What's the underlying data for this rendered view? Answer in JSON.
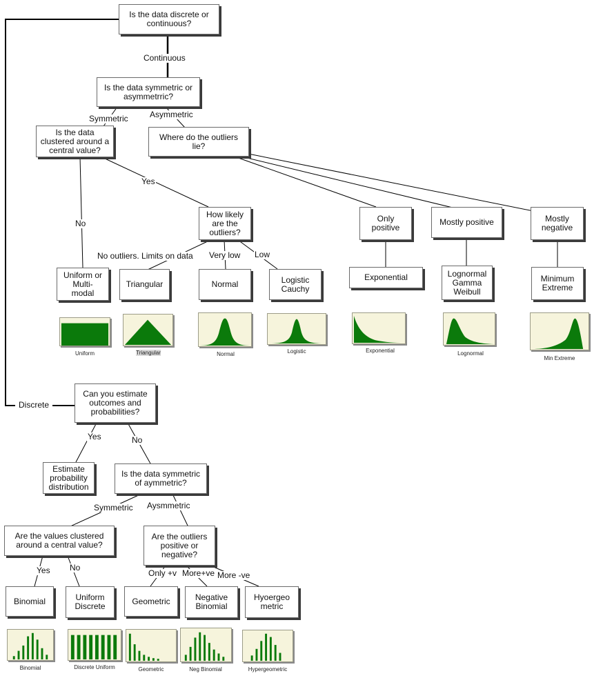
{
  "colors": {
    "accent": "#0b7a0b",
    "box_border": "#6a6a6a",
    "thumb_bg": "#f6f4dc",
    "line": "#000000"
  },
  "nodes": {
    "q_discrete": "Is the data discrete or\ncontinuous?",
    "q_symmetric": "Is the data symmetric or\nasymmetrric?",
    "q_clustered": "Is the data\nclustered around a\ncentral value?",
    "q_outliers_lie": "Where do the outliers\nlie?",
    "q_how_likely": "How likely\nare the\noutliers?",
    "only_positive": "Only\npositive",
    "mostly_positive": "Mostly positive",
    "mostly_negative": "Mostly\nnegative",
    "uniform_multi": "Uniform or\nMulti-\nmodal",
    "triangular": "Triangular",
    "normal": "Normal",
    "logistic_cauchy": "Logistic\nCauchy",
    "exponential": "Exponential",
    "lognormal": "Lognormal\nGamma\nWeibull",
    "min_extreme": "Minimum\nExtreme",
    "q_estimate": "Can you estimate\noutcomes and\nprobabilities?",
    "estimate_dist": "Estimate\nprobability\ndistribution",
    "q_sym_discrete": "Is the data symmetric\nof aymmetric?",
    "q_values_clustered": "Are the values clustered\naround a central value?",
    "q_outliers_posneg": "Are the outliers\npositive or\nnegative?",
    "binomial": "Binomial",
    "uniform_discrete": "Uniform\nDiscrete",
    "geometric": "Geometric",
    "neg_binomial": "Negative\nBinomial",
    "hypergeo": "Hyoergeo\nmetric"
  },
  "edge_labels": {
    "continuous": "Continuous",
    "symmetric": "Symmetric",
    "asymmetric": "Asymmetric",
    "yes": "Yes",
    "no": "No",
    "no_outliers": "No outliers. Limits on data",
    "very_low": "Very low",
    "low": "Low",
    "discrete": "Discrete",
    "yes2": "Yes",
    "no2": "No",
    "symmetric2": "Symmetric",
    "aysmmetric": "Aysmmetric",
    "yes3": "Yes",
    "no3": "No",
    "only_v": "Only +v",
    "more_ve": "More+ve",
    "more_neg": "More -ve"
  },
  "thumbnails": {
    "uniform": "Uniform",
    "triangular": "Triangular",
    "normal": "Normal",
    "logistic": "Logistic",
    "exponential": "Exponential",
    "lognormal": "Lognormal",
    "min_extreme": "Min Extreme",
    "binomial": "Binomial",
    "discrete_uniform": "Discrete Uniform",
    "geometric": "Geometric",
    "neg_binomial": "Neg Binomial",
    "hypergeometric": "Hypergeometric"
  }
}
